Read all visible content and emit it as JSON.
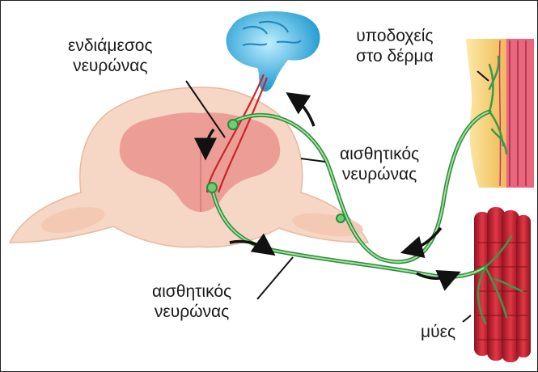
{
  "labels": {
    "interneuron": {
      "line1": "ενδιάμεσος",
      "line2": "νευρώνας"
    },
    "skin_receptors": {
      "line1": "υποδοχείς",
      "line2": "στο δέρμα"
    },
    "sensory_neuron_right": {
      "line1": "αισθητικός",
      "line2": "νευρώνας"
    },
    "sensory_neuron_bottom": {
      "line1": "αισθητικός",
      "line2": "νευρώνας"
    },
    "muscles": "μύες"
  },
  "colors": {
    "spinal_cord": "#f6d6c4",
    "grey_matter": "#ec9d96",
    "brain": "#3db8e6",
    "nerve": "#3a9a4a",
    "nerve_light": "#9fe29c",
    "motor_tract": "#c8262b",
    "skin_yellow": "#f7d98a",
    "skin_pink": "#e8677d",
    "muscle": "#c3212f",
    "arrow": "#111111"
  },
  "icons": [
    "brain-icon",
    "spinal-cord-cross-section",
    "skin-layers",
    "muscle-fibers",
    "direction-arrows"
  ]
}
